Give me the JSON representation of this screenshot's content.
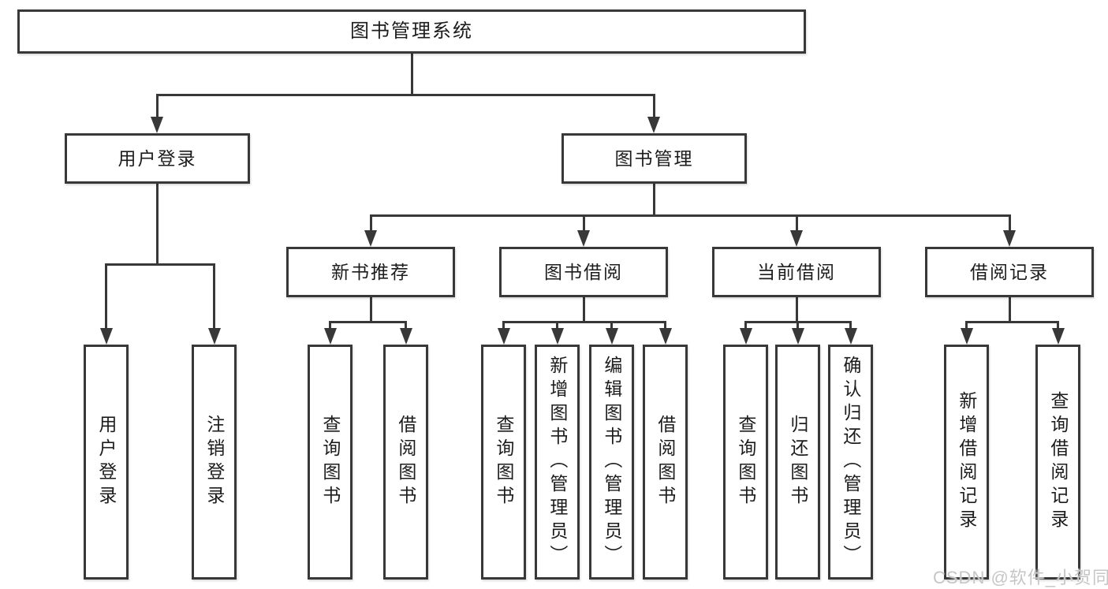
{
  "diagram": {
    "type": "hierarchy-chart",
    "tree": {
      "label": "图书管理系统",
      "children": [
        {
          "label": "用户登录",
          "children": [
            {
              "label": "用户登录"
            },
            {
              "label": "注销登录"
            }
          ]
        },
        {
          "label": "图书管理",
          "children": [
            {
              "label": "新书推荐",
              "children": [
                {
                  "label": "查询图书"
                },
                {
                  "label": "借阅图书"
                }
              ]
            },
            {
              "label": "图书借阅",
              "children": [
                {
                  "label": "查询图书"
                },
                {
                  "label": "新增图书（管理员）"
                },
                {
                  "label": "编辑图书（管理员）"
                },
                {
                  "label": "借阅图书"
                }
              ]
            },
            {
              "label": "当前借阅",
              "children": [
                {
                  "label": "查询图书"
                },
                {
                  "label": "归还图书"
                },
                {
                  "label": "确认归还（管理员）"
                }
              ]
            },
            {
              "label": "借阅记录",
              "children": [
                {
                  "label": "新增借阅记录"
                },
                {
                  "label": "查询借阅记录"
                }
              ]
            }
          ]
        }
      ]
    }
  },
  "watermark": {
    "text": "CSDN @软件_小贺同学"
  },
  "colors": {
    "line": "#383838",
    "text": "#1c1c1c",
    "background": "#ffffff",
    "watermark": "#c6c6c6"
  }
}
